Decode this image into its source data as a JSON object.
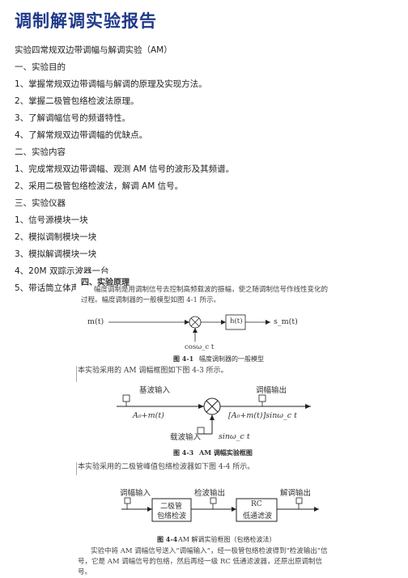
{
  "page_title": "调制解调实验报告",
  "intro_line": "实验四常规双边带调幅与解调实验（AM）",
  "section1": {
    "heading": "一、实验目的",
    "items": [
      "1、掌握常规双边带调幅与解调的原理及实现方法。",
      "2、掌握二极管包络检波法原理。",
      "3、了解调幅信号的频谱特性。",
      "4、了解常规双边带调幅的优缺点。"
    ]
  },
  "section2": {
    "heading": "二、实验内容",
    "items": [
      "1、完成常规双边带调幅、观测 AM 信号的波形及其频谱。",
      "2、采用二极管包络检波法，解调 AM 信号。"
    ]
  },
  "section3": {
    "heading": "三、实验仪器",
    "items": [
      "1、信号源模块一块",
      "2、模拟调制模块一块",
      "3、模拟解调模块一块",
      "4、20M 双踪示波器一台",
      "5、带话筒立体声耳机一副"
    ]
  },
  "section4": {
    "heading": "四、实验原理",
    "para1": "幅度调制是用调制信号去控制高频载波的振幅，使之随调制信号作线性变化的过程。幅度调制器的一般模型如图 4-1 所示。",
    "fig1": {
      "input_label": "m(t)",
      "filter_label": "h(t)",
      "output_label": "s_m(t)",
      "carrier_label": "cosω_c t",
      "caption_num": "图 4-1",
      "caption_text": "幅度调制器的一般模型"
    },
    "para2": "本实验采用的 AM 调幅框图如下图 4-3 所示。",
    "fig2": {
      "baseband_in": "基波输入",
      "mod_out": "调幅输出",
      "sum_expr": "A₀+m(t)",
      "out_expr": "[A₀+m(t)]sinω_c t",
      "carrier_in": "载波输入",
      "carrier_expr": "sinω_c t",
      "caption_num": "图 4-3",
      "caption_text": "AM 调幅实验框图"
    },
    "para3": "本实验采用的二极管峰值包络检波器如下图 4-4 所示。",
    "fig3": {
      "am_in": "调幅输入",
      "detect_out": "检波输出",
      "demod_out": "解调输出",
      "block1_l1": "二极管",
      "block1_l2": "包络检波",
      "block2_l1": "RC",
      "block2_l2": "低通滤波",
      "caption_num": "图 4-4",
      "caption_text": "AM 解调实验框图（包络检波法）"
    },
    "para4": "实验中将 AM 调幅信号送入“调幅输入”，经一极管包络检波得到“检波输出”信号，它是 AM 调幅信号的包络，然后再经一级 RC 低通滤波器，还原出原调制信号。"
  }
}
